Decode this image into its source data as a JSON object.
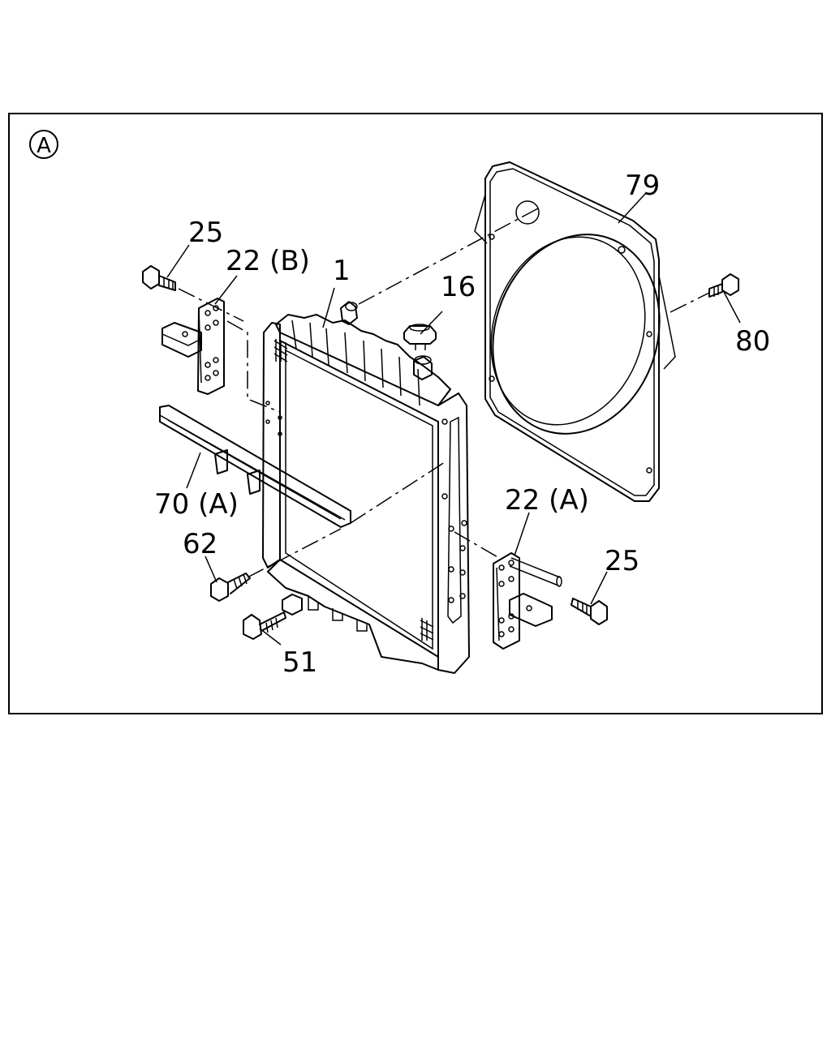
{
  "view_marker": "A",
  "callouts": {
    "c1": "1",
    "c16": "16",
    "c22a": "22 (A)",
    "c22b": "22 (B)",
    "c25_left": "25",
    "c25_right": "25",
    "c51": "51",
    "c62": "62",
    "c70a": "70 (A)",
    "c79": "79",
    "c80": "80"
  }
}
